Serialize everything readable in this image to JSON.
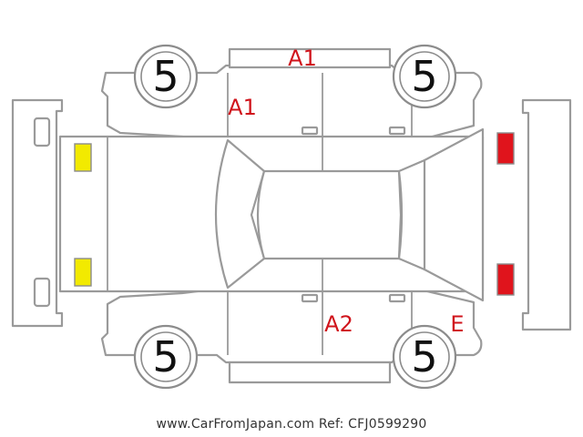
{
  "wheels": {
    "front_left": "5",
    "rear_left": "5",
    "front_right": "5",
    "rear_right": "5"
  },
  "damage_codes": {
    "roof_left_top": "A1",
    "front_left_door": "A1",
    "rear_right_door": "A2",
    "rear_right_quarter": "E"
  },
  "colors": {
    "damage_text": "#d0141c",
    "front_lights": "#f2ea00",
    "rear_lights": "#e0141c",
    "outline": "#9a9a9a"
  },
  "footer": "www.CarFromJapan.com Ref: CFJ0599290"
}
